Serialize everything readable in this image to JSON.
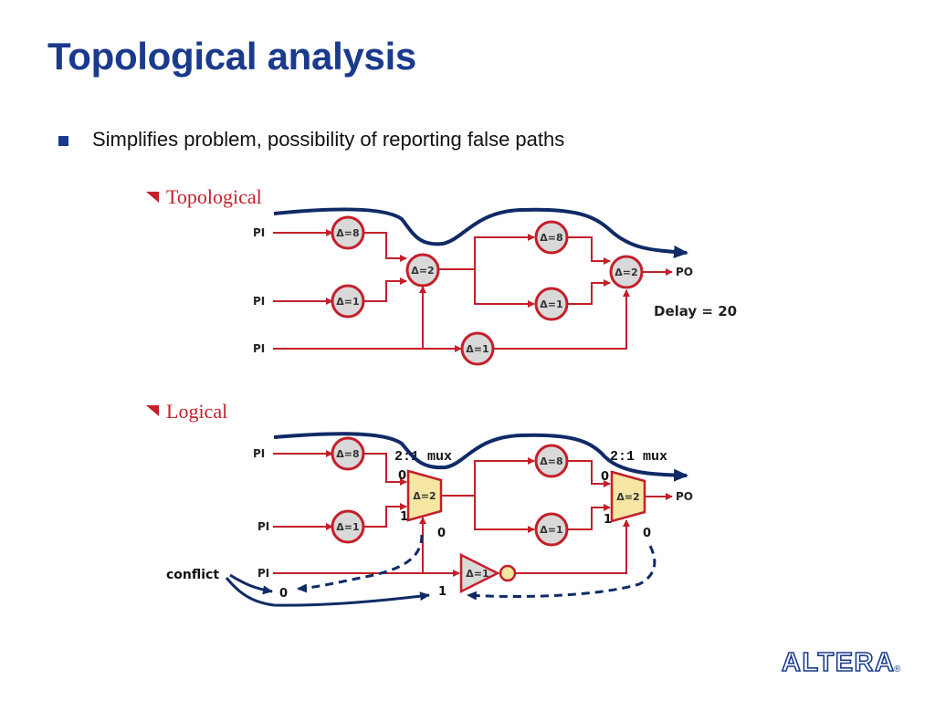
{
  "slide": {
    "title": "Topological analysis",
    "bullet": "Simplifies problem, possibility of reporting false paths"
  },
  "topological": {
    "heading": "Topological",
    "inputs": [
      "PI",
      "PI",
      "PI"
    ],
    "output": "PO",
    "gates": [
      "Δ=8",
      "Δ=1",
      "Δ=2",
      "Δ=8",
      "Δ=1",
      "Δ=2",
      "Δ=1"
    ],
    "delay": "Delay = 20"
  },
  "logical": {
    "heading": "Logical",
    "inputs": [
      "PI",
      "PI",
      "PI"
    ],
    "output": "PO",
    "gates": [
      "Δ=8",
      "Δ=1",
      "Δ=2",
      "Δ=8",
      "Δ=1",
      "Δ=2",
      "Δ=1"
    ],
    "mux_labels": [
      "2:1 mux",
      "2:1 mux"
    ],
    "mux_pins": [
      "0",
      "1",
      "0",
      "1"
    ],
    "select_values": [
      "0",
      "0",
      "0",
      "1"
    ],
    "conflict": "conflict"
  },
  "colors": {
    "title": "#1a3a8c",
    "wire": "#c41f2a",
    "gate_fill": "#d9d9d9",
    "mux_fill": "#f5e6a3",
    "path": "#0f2a66"
  },
  "logo": {
    "text": "ALTERA",
    "mark": "®"
  }
}
